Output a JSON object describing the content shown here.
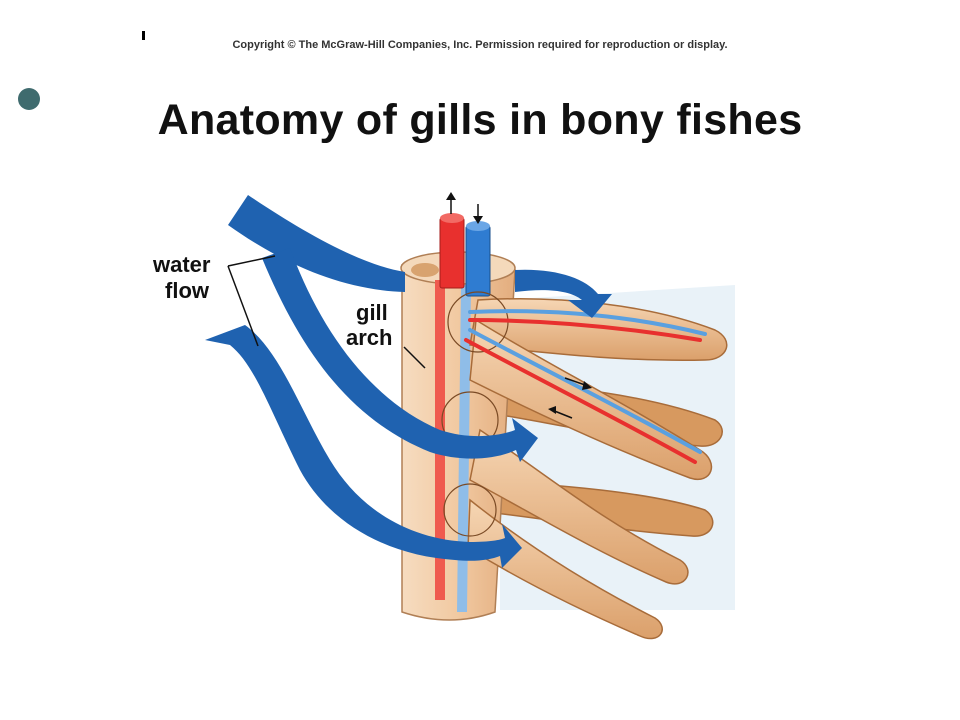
{
  "header": {
    "copyright": "Copyright © The McGraw-Hill Companies, Inc. Permission required for reproduction or display."
  },
  "slide": {
    "title": "Anatomy of gills in bony fishes"
  },
  "diagram": {
    "labels": {
      "water_line1": "water",
      "water_line2": "flow",
      "gill_line1": "gill",
      "gill_line2": "arch"
    },
    "colors": {
      "water": "#1f62b0",
      "artery_red": "#e8302e",
      "vein_blue": "#4f8fd6",
      "tissue": "#f1c9a1",
      "tissue_dark": "#d99a62",
      "bullet": "#3f6b6e"
    }
  }
}
